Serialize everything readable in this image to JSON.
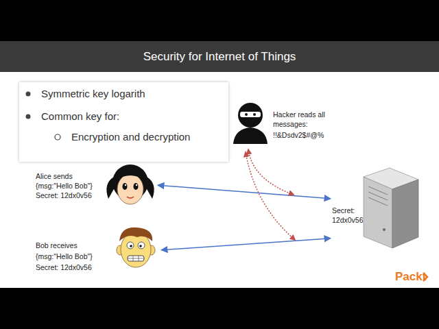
{
  "diagram": {
    "title": "Security for Internet of Things",
    "nodes": [
      {
        "text": [
          "Symmetric key logarith",
          "Common key for:",
          "Encryption and decryption"
        ]
      },
      {
        "text": [
          "Hacker reads all messages:",
          "!!&Dsdv2$#@%"
        ]
      },
      {
        "text": [
          "Alice sends",
          "{msg:\"Hello Bob\"}",
          "Secret: 12dx0v56"
        ]
      },
      {
        "text": [
          "Bob receives",
          "{msg:\"Hello Bob\"}",
          "Secret: 12dx0v56"
        ]
      },
      {
        "text": [
          "Secret: 12dx0v56"
        ]
      }
    ],
    "edges": [
      {
        "from": 2,
        "to": 4,
        "arrow": "both"
      },
      {
        "from": 3,
        "to": 4,
        "arrow": "both"
      }
    ],
    "labels": [
      "Packt"
    ]
  }
}
